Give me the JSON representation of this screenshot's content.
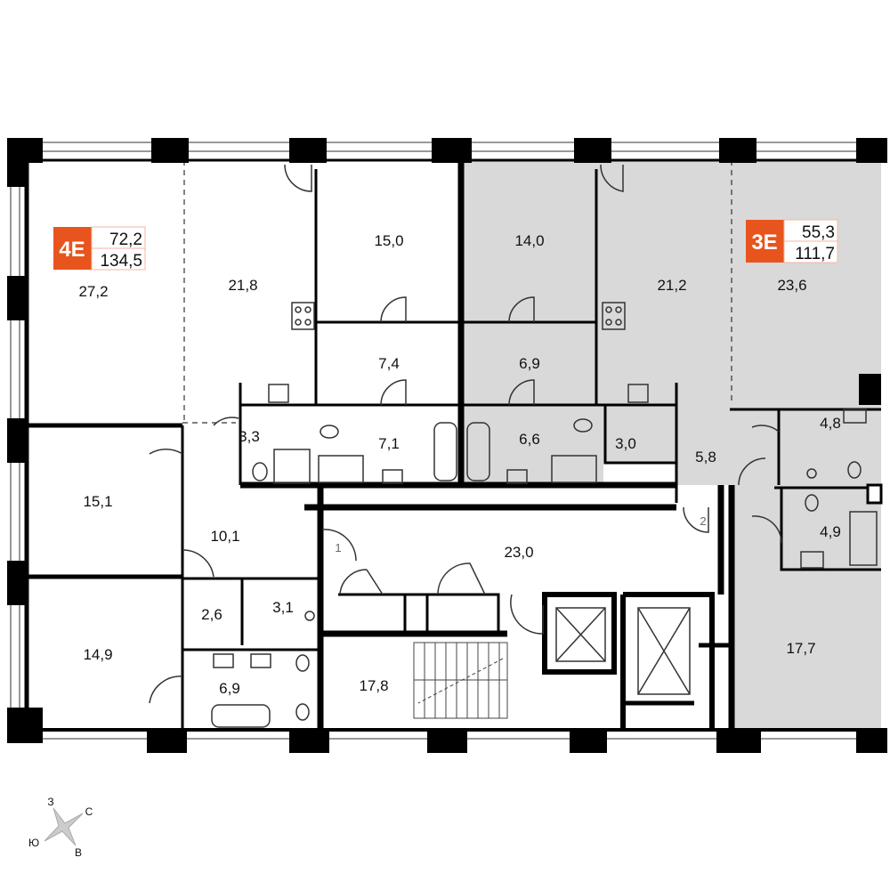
{
  "apartments": [
    {
      "tag": "4E",
      "living_area": "72,2",
      "total_area": "134,5",
      "color": "#e8541e"
    },
    {
      "tag": "3E",
      "living_area": "55,3",
      "total_area": "111,7",
      "color": "#e8541e"
    }
  ],
  "rooms": [
    "27,2",
    "21,8",
    "15,0",
    "14,0",
    "21,2",
    "23,6",
    "7,4",
    "6,9",
    "3,3",
    "7,1",
    "6,6",
    "3,0",
    "5,8",
    "4,8",
    "4,9",
    "15,1",
    "10,1",
    "23,0",
    "2,6",
    "3,1",
    "14,9",
    "6,9",
    "17,8",
    "17,7"
  ],
  "entrances": [
    "1",
    "2"
  ],
  "compass": {
    "north": "С",
    "south": "Ю",
    "east": "В",
    "west": "З"
  },
  "colors": {
    "highlight": "#d9d9d9",
    "wall": "#000000"
  }
}
